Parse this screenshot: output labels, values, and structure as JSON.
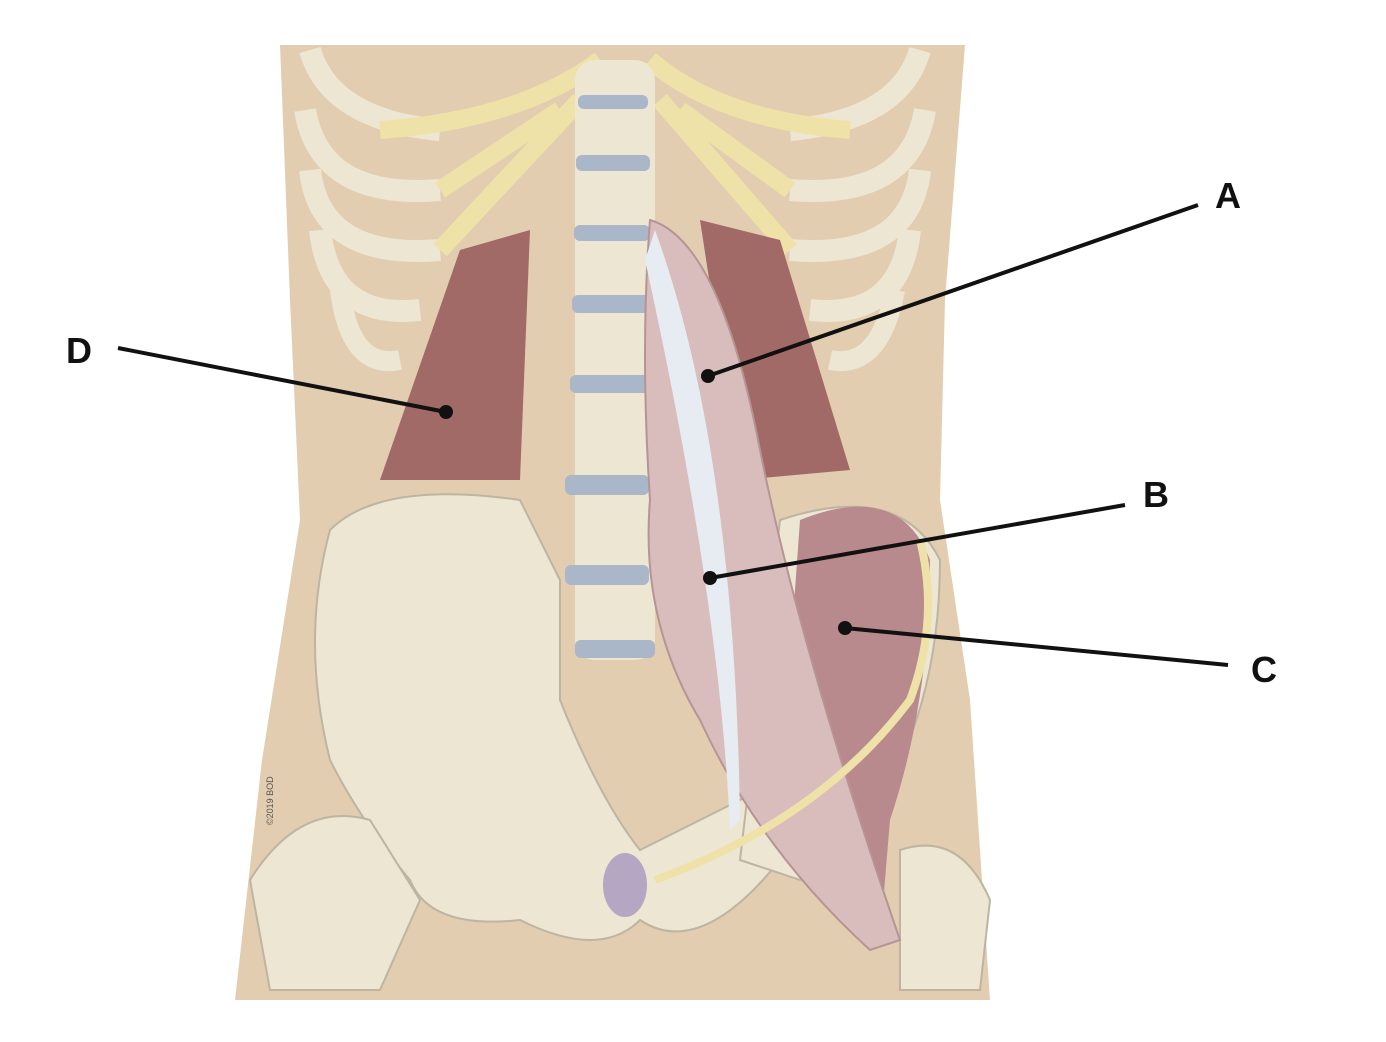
{
  "labels": [
    {
      "id": "A",
      "text": "A"
    },
    {
      "id": "B",
      "text": "B"
    },
    {
      "id": "C",
      "text": "C"
    },
    {
      "id": "D",
      "text": "D"
    }
  ],
  "copyright": "©2019 BOD",
  "colors": {
    "skin": "#e3cdb0",
    "bone": "#ede6d3",
    "cartilage": "#eee2a8",
    "disc": "#a9b7c8",
    "muscle_dark": "#a26a66",
    "muscle_light": "#d9bcbc",
    "tendon": "#e6ecf1",
    "symphysis": "#b5a6c4",
    "leader": "#111111"
  }
}
